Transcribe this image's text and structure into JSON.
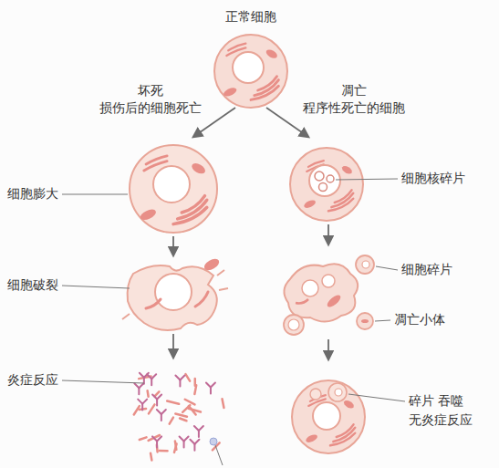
{
  "diagram": {
    "labels": [
      "正常细胞",
      "坏死",
      "损伤后的细胞死亡",
      "凋亡",
      "程序性死亡的细胞",
      "细胞膨大",
      "细胞核碎片",
      "细胞破裂",
      "细胞碎片",
      "凋亡小体",
      "炎症反应",
      "碎片 吞噬",
      "无炎症反应"
    ]
  }
}
